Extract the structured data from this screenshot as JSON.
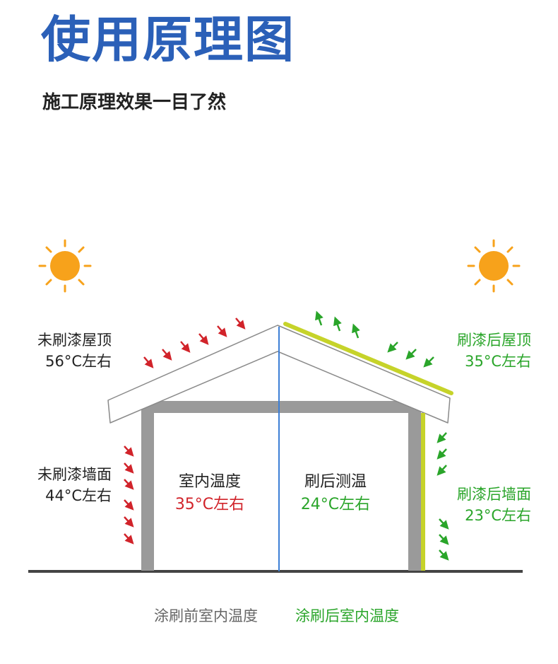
{
  "title": "使用原理图",
  "subtitle": "施工原理效果一目了然",
  "left": {
    "roof_label": "未刷漆屋顶",
    "roof_temp": "56°C左右",
    "wall_label": "未刷漆墙面",
    "wall_temp": "44°C左右"
  },
  "right": {
    "roof_label": "刷漆后屋顶",
    "roof_temp": "35°C左右",
    "wall_label": "刷漆后墙面",
    "wall_temp": "23°C左右"
  },
  "room_left": {
    "label": "室内温度",
    "temp": "35°C左右"
  },
  "room_right": {
    "label": "刷后测温",
    "temp": "24°C左右"
  },
  "footer": {
    "before": "涂刷前室内温度",
    "after": "涂刷后室内温度"
  },
  "colors": {
    "title": "#2b60b8",
    "hot_arrow": "#d1232a",
    "cool_arrow": "#2aa52a",
    "coating": "#c6d32a",
    "sun": "#f7a21b",
    "wall": "#9a9a9a",
    "divider": "#3d7fd6"
  },
  "icons": [
    "sun-icon",
    "hot-arrow-icon",
    "reflect-arrow-icon"
  ]
}
